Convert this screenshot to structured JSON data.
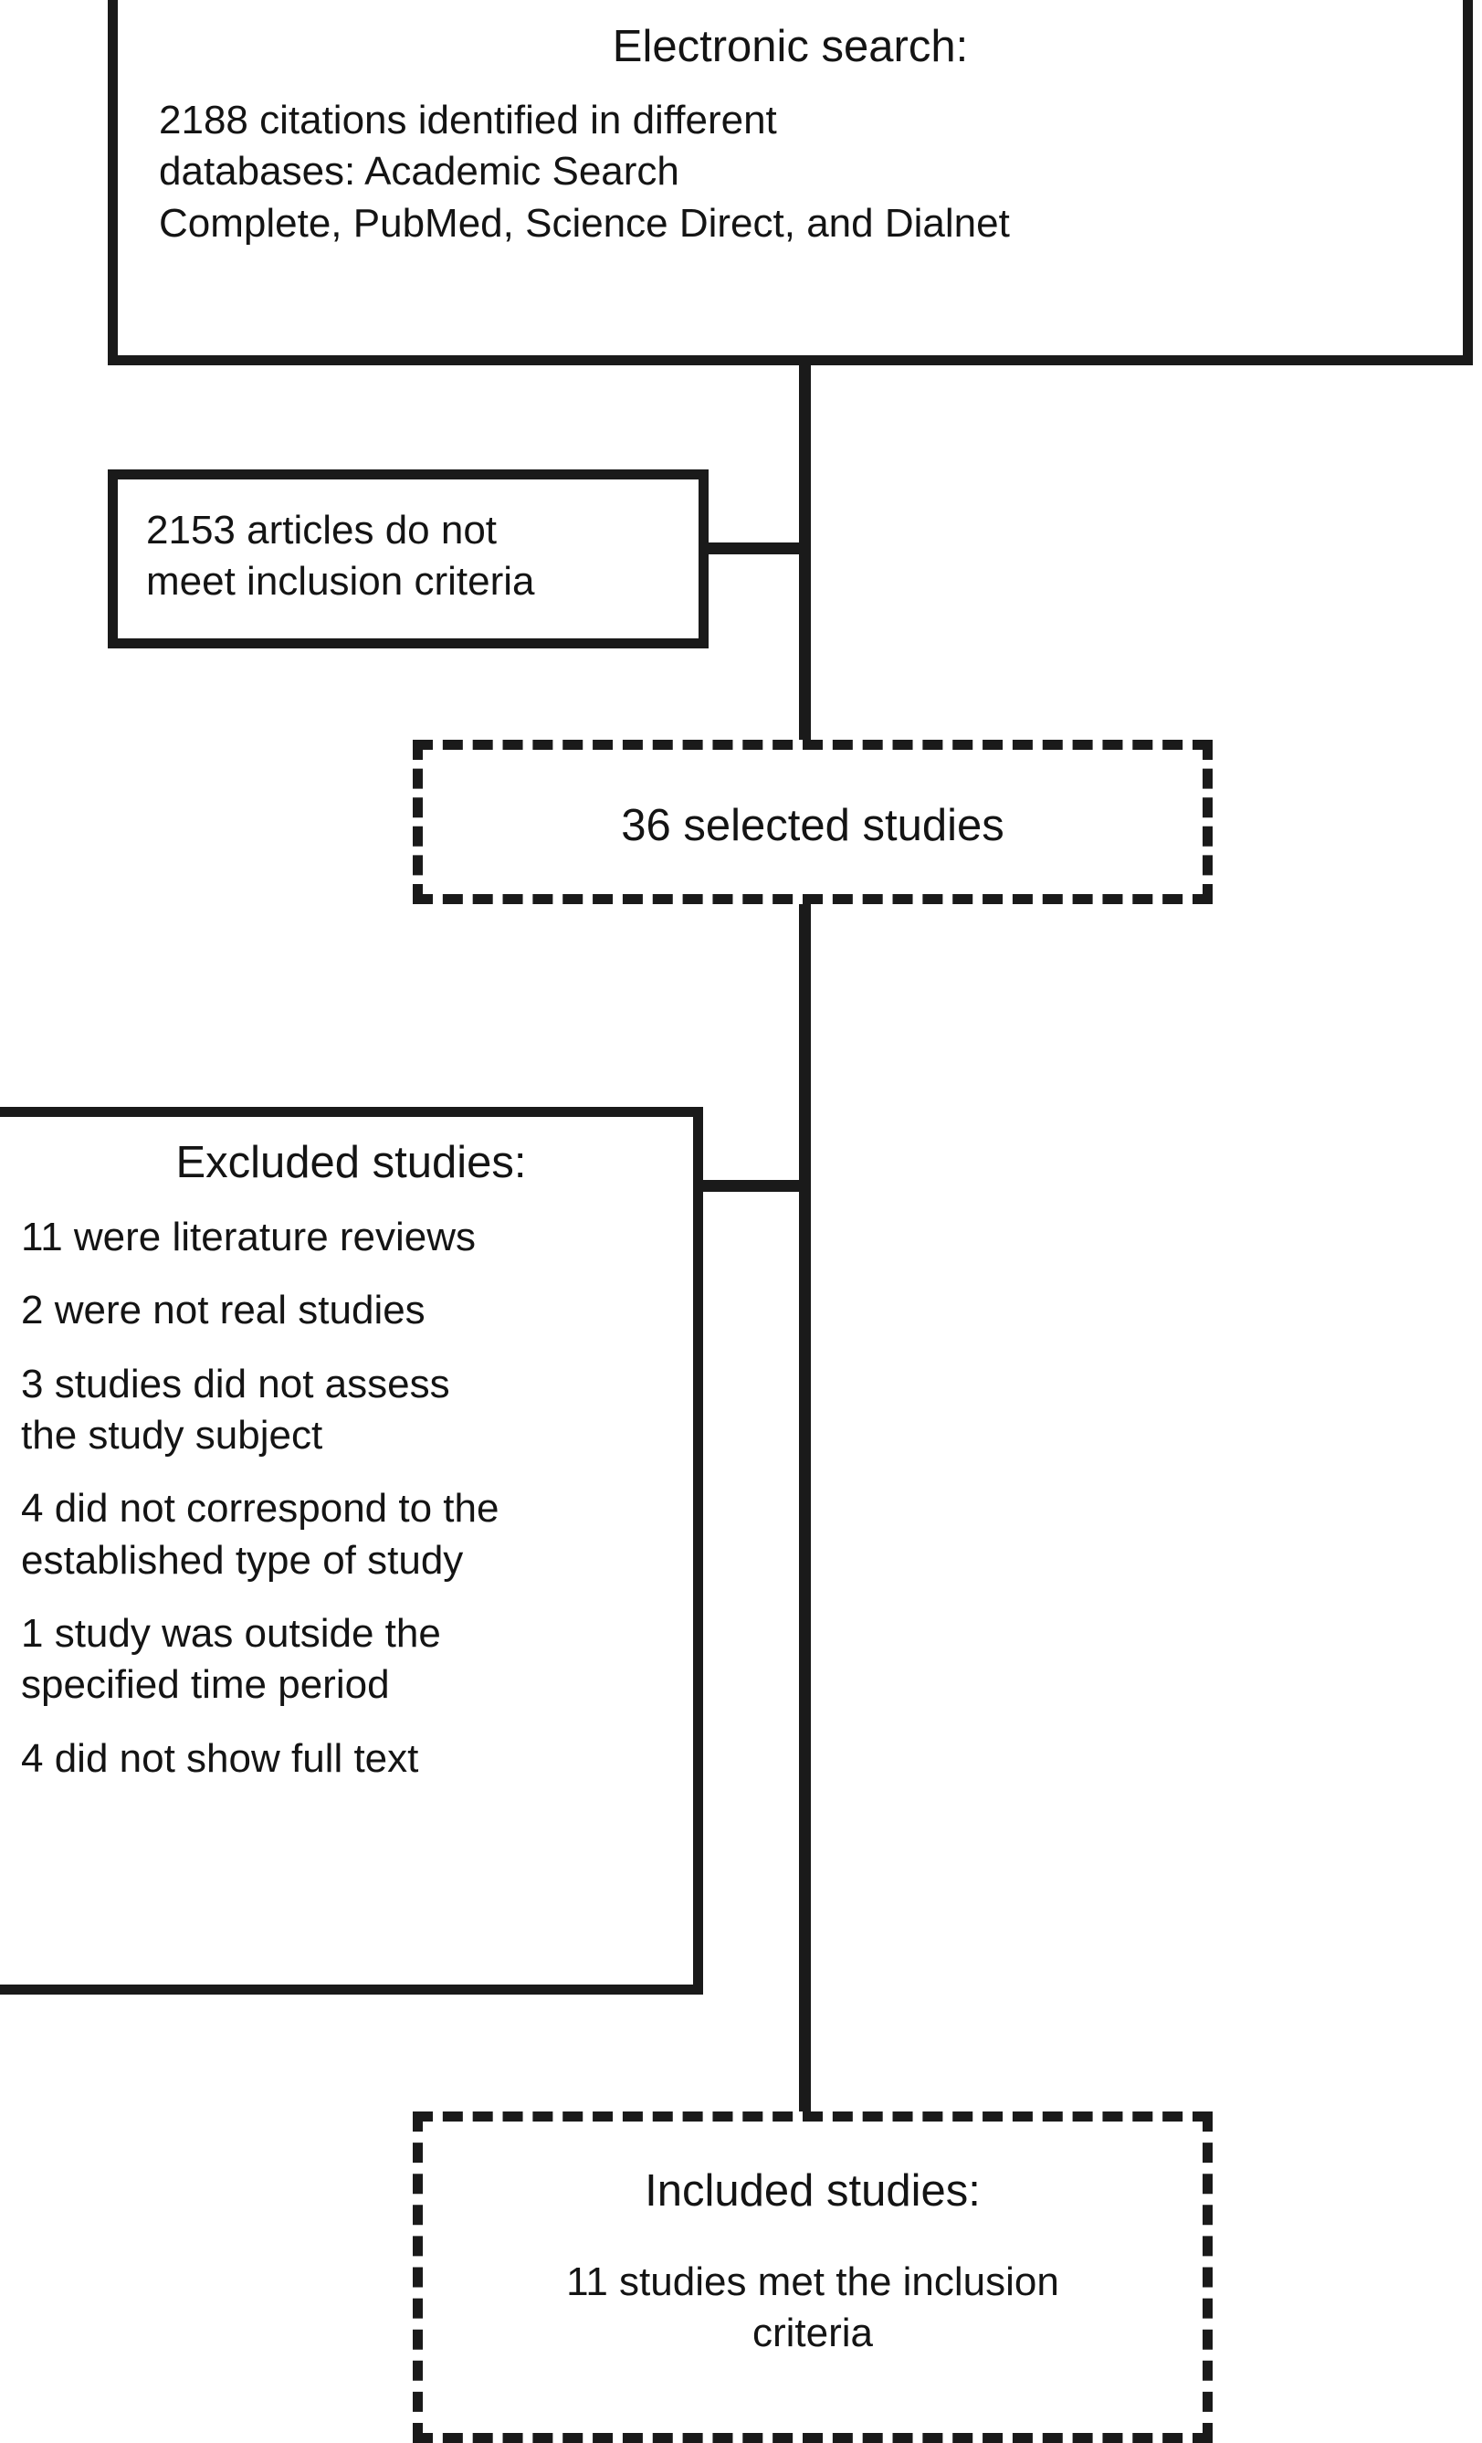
{
  "diagram": {
    "type": "prisma-flow-diagram",
    "ink_color": "#1a1a1a",
    "background": "#ffffff",
    "nodes": {
      "electronic_search": {
        "title": "Electronic search:",
        "body": "2188 citations identified in different\ndatabases: Academic Search\nComplete, PubMed, Science Direct, and Dialnet",
        "border": "solid",
        "count": 2188
      },
      "not_meet_criteria": {
        "body": "2153 articles do not\nmeet inclusion criteria",
        "border": "solid",
        "count": 2153
      },
      "selected_studies": {
        "title": "36 selected studies",
        "border": "dashed",
        "count": 36
      },
      "excluded_studies": {
        "title": "Excluded studies:",
        "border": "solid",
        "items": [
          "11 were literature reviews",
          "2 were not real studies",
          "3 studies did not assess\nthe study subject",
          "4 did not correspond to the\nestablished type of study",
          "1 study was outside the\nspecified time period",
          "4 did not show full text"
        ]
      },
      "included_studies": {
        "title": "Included studies:",
        "body": "11 studies met the inclusion\ncriteria",
        "border": "dashed",
        "count": 11
      }
    }
  }
}
